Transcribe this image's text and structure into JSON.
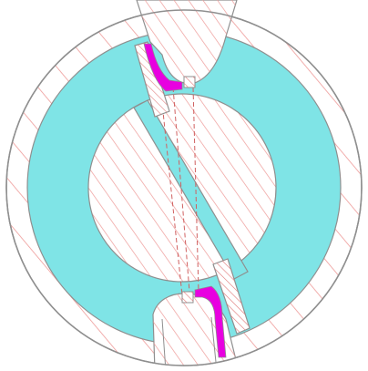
{
  "diagram": {
    "colors": {
      "hatch": "#ee9a98",
      "outline": "#8f8f8f",
      "fluid": "#7fe4e6",
      "seal": "#e800e0",
      "background": "#ffffff",
      "dash": "#d06060"
    },
    "parts": [
      {
        "name": "outer-housing",
        "fill": "hatch"
      },
      {
        "name": "annular-chamber",
        "fill": "fluid"
      },
      {
        "name": "rotor-ball",
        "fill": "hatch"
      },
      {
        "name": "diagonal-passage",
        "fill": "fluid"
      },
      {
        "name": "top-port-block",
        "fill": "hatch"
      },
      {
        "name": "bottom-port-block",
        "fill": "hatch"
      },
      {
        "name": "top-seal",
        "fill": "seal"
      },
      {
        "name": "bottom-seal",
        "fill": "seal"
      },
      {
        "name": "top-seat",
        "fill": "hatch"
      },
      {
        "name": "bottom-seat",
        "fill": "hatch"
      }
    ]
  }
}
